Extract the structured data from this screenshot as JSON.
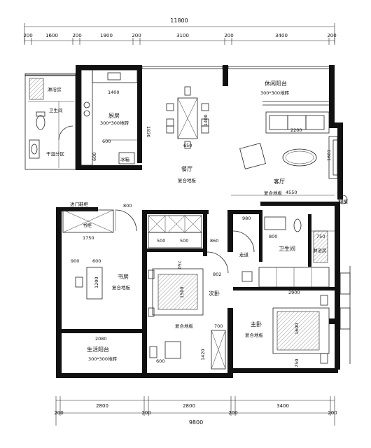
{
  "dimensions": {
    "top_total": "11800",
    "top_segments": [
      "200",
      "1600",
      "200",
      "1900",
      "200",
      "3100",
      "200",
      "3400",
      "200"
    ],
    "bottom_total": "9800",
    "bottom_segments": [
      "200",
      "2800",
      "200",
      "2800",
      "200",
      "3400",
      "200"
    ]
  },
  "rooms": {
    "bath_room": "淋浴房",
    "toilet": "卫生间",
    "dry_wet": "干湿分区",
    "kitchen": "厨房",
    "kitchen_tile": "300*300地砖",
    "fridge": "冰箱",
    "dining": "餐厅",
    "dining_floor": "复合地板",
    "balcony_leisure": "休闲阳台",
    "balcony_tile": "300*300地砖",
    "living": "客厅",
    "living_floor": "复合地板",
    "entry_cabinet": "进门鞋柜",
    "bookshelf": "书柜",
    "study": "书房",
    "study_floor": "复合地板",
    "life_balcony": "生活阳台",
    "life_balcony_tile": "300*300地砖",
    "second_bed": "次卧",
    "second_floor": "复合地板",
    "corridor": "走道",
    "master_toilet": "卫生间",
    "master_shower": "淋浴房",
    "master_bed": "主卧",
    "master_floor": "复合地板",
    "plant": "绿植"
  },
  "labels": {
    "k_1400": "1400",
    "k_1830": "1830",
    "k_600a": "600",
    "k_600b": "600",
    "d_1400": "1400",
    "d_650": "650",
    "b_2200": "2200",
    "b_1601": "1601",
    "l_4550": "4550",
    "e_800": "800",
    "e_1750": "1750",
    "s_900": "900",
    "s_600": "600",
    "s_1200": "1200",
    "s_2080": "2080",
    "w_500a": "500",
    "w_500b": "500",
    "w_860": "860",
    "w_750": "750",
    "w_1500": "1500",
    "w_802": "802",
    "w_700": "700",
    "w_600": "600",
    "w_1420": "1420",
    "m_980": "980",
    "m_800": "800",
    "m_750": "750",
    "m_2900": "2900",
    "m_1600": "1600",
    "m_750b": "750"
  }
}
